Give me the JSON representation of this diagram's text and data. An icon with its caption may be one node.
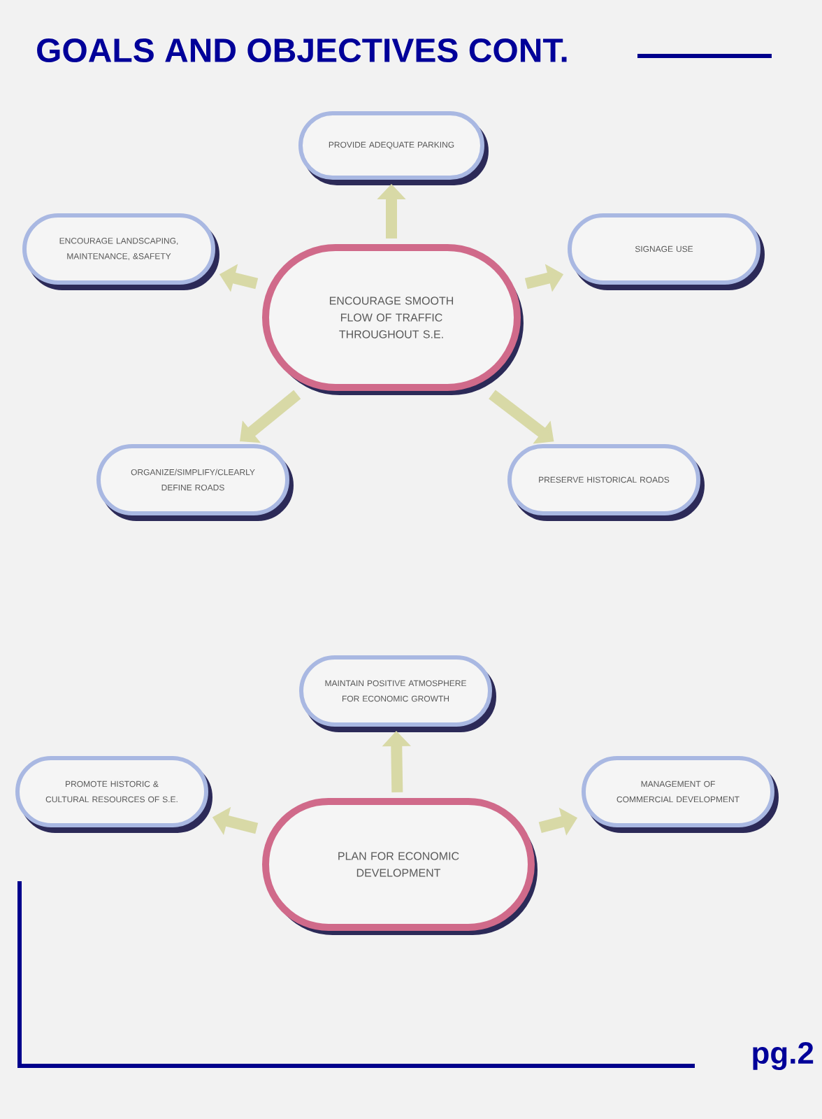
{
  "diagram": {
    "title": "GOALS AND OBJECTIVES CONT.",
    "nodes": [
      {
        "text": [
          "PROVIDE ADEQUATE PARKING"
        ]
      },
      {
        "text": [
          "ENCOURAGE LANDSCAPING, MAINTENANCE, &SAFETY"
        ]
      },
      {
        "text": [
          "ENCOURAGE SMOOTH FLOW OF TRAFFIC THROUGHOUT S.E."
        ]
      },
      {
        "text": [
          "SIGNAGE USE"
        ]
      },
      {
        "text": [
          "ORGANIZE/SIMPLIFY/CLEARLY DEFINE ROADS"
        ]
      },
      {
        "text": [
          "PRESERVE HISTORICAL ROADS"
        ]
      },
      {
        "text": [
          "MAINTAIN POSITIVE ATMOSPHERE FOR ECONOMIC GROWTH"
        ]
      },
      {
        "text": [
          "PROMOTE HISTORIC & CULTURAL RESOURCES OF S.E."
        ]
      },
      {
        "text": [
          "PLAN FOR ECONOMIC DEVELOPMENT"
        ]
      },
      {
        "text": [
          "MANAGEMENT OF COMMERCIAL DEVELOPMENT"
        ]
      }
    ],
    "edges": [
      {
        "from": 2,
        "to": 0,
        "arrow": "to"
      },
      {
        "from": 2,
        "to": 1,
        "arrow": "to"
      },
      {
        "from": 2,
        "to": 3,
        "arrow": "to"
      },
      {
        "from": 2,
        "to": 4,
        "arrow": "to"
      },
      {
        "from": 2,
        "to": 5,
        "arrow": "to"
      },
      {
        "from": 8,
        "to": 6,
        "arrow": "to"
      },
      {
        "from": 8,
        "to": 7,
        "arrow": "to"
      },
      {
        "from": 8,
        "to": 9,
        "arrow": "to"
      }
    ],
    "labels": [
      "pg.2"
    ]
  }
}
